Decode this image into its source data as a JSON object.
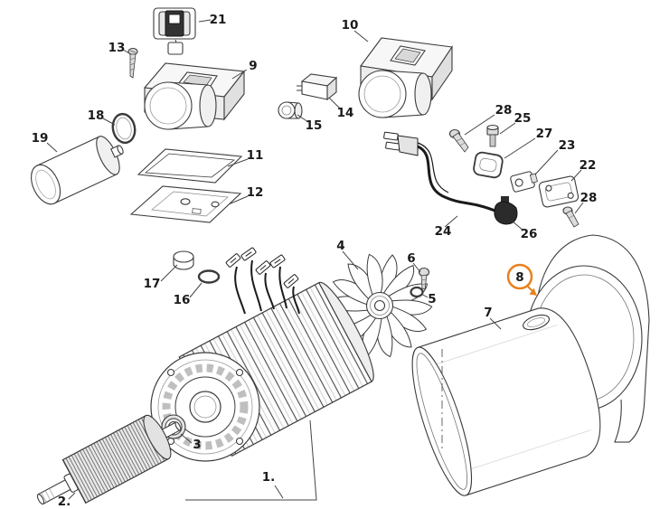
{
  "diagram": {
    "kind": "exploded-parts-diagram",
    "subject": "electric-motor-assembly",
    "background": "#ffffff",
    "stroke_color": "#3b3b3b",
    "highlight_color": "#e8821e",
    "highlighted_part": "8"
  },
  "labels": {
    "1": "1.",
    "2": "2.",
    "3": "3",
    "4": "4",
    "5": "5",
    "6": "6",
    "7": "7",
    "8": "8",
    "9": "9",
    "10": "10",
    "11": "11",
    "12": "12",
    "13": "13",
    "14": "14",
    "15": "15",
    "16": "16",
    "17": "17",
    "18": "18",
    "19": "19",
    "21": "21",
    "22": "22",
    "23": "23",
    "24": "24",
    "25": "25",
    "26": "26",
    "27": "27",
    "28": "28"
  }
}
